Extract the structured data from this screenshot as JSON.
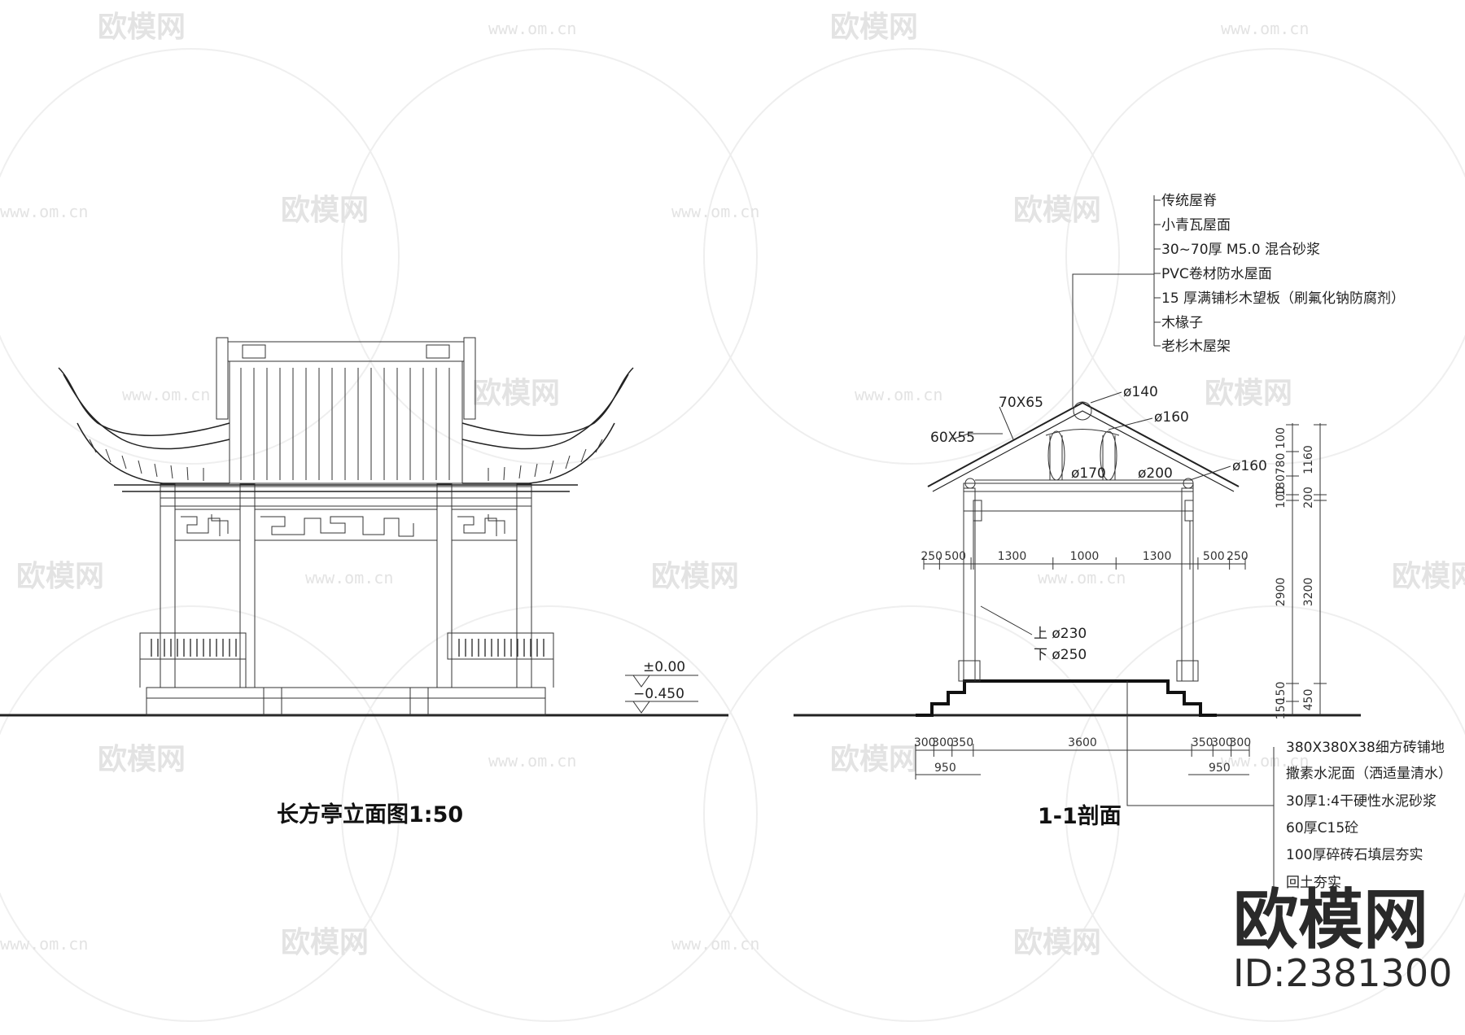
{
  "watermark": {
    "brand": "欧模网",
    "url": "www.om.cn"
  },
  "elevation": {
    "title": "长方亭立面图1:50",
    "level_top": "±0.00",
    "level_bottom": "−0.450"
  },
  "section": {
    "title": "1-1剖面",
    "roof_layers": [
      "传统屋脊",
      "小青瓦屋面",
      "30~70厚 M5.0 混合砂浆",
      "PVC卷材防水屋面",
      "15 厚满铺杉木望板（刷氟化钠防腐剂）",
      "木椽子",
      "老杉木屋架"
    ],
    "floor_layers": [
      "380X380X38细方砖铺地",
      "撒素水泥面（洒适量清水）",
      "30厚1:4干硬性水泥砂浆",
      "60厚C15砼",
      "100厚碎砖石填层夯实",
      "回土夯实"
    ],
    "member_labels": {
      "rafter_a": "60X55",
      "rafter_b": "70X65",
      "d140": "ø140",
      "d160a": "ø160",
      "d160b": "ø160",
      "d170": "ø170",
      "d200": "ø200",
      "col_top": "上 ø230",
      "col_bot": "下 ø250"
    },
    "dims_top": [
      "250",
      "500",
      "1300",
      "1000",
      "1300",
      "500",
      "250"
    ],
    "dims_bottom": [
      "300",
      "300",
      "350",
      "3600",
      "350",
      "300",
      "300"
    ],
    "dims_950": [
      "950",
      "950"
    ],
    "dims_right_inner": [
      "100",
      "780",
      "180",
      "100",
      "2900",
      "150",
      "150"
    ],
    "dims_right_outer": [
      "1160",
      "200",
      "3200",
      "450"
    ]
  },
  "brand_block": {
    "name": "欧模网",
    "id_text": "ID:2381300"
  }
}
